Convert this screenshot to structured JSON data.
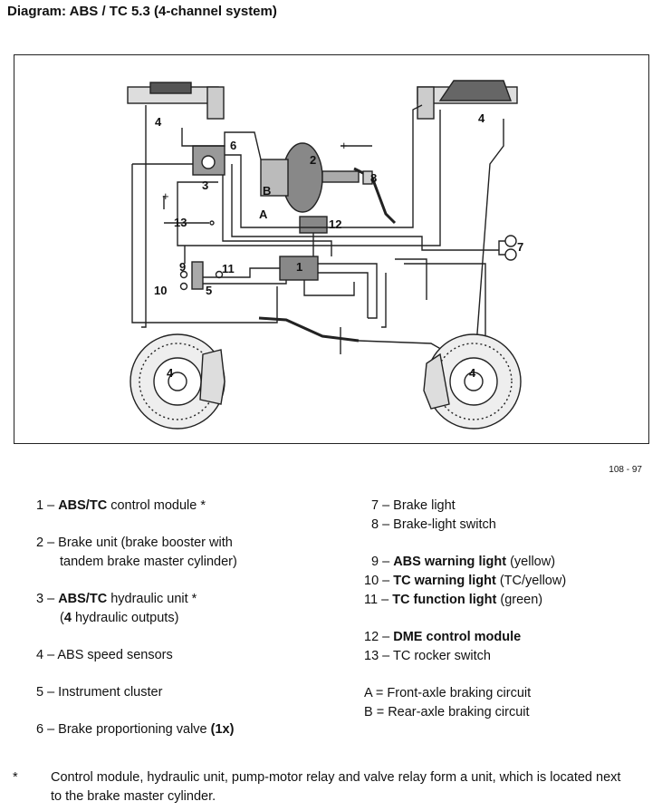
{
  "title": "Diagram: ABS / TC 5.3 (4-channel system)",
  "figure_code": "108 - 97",
  "diagram_labels": {
    "l1": "1",
    "l2": "2",
    "l3": "3",
    "l4a": "4",
    "l4b": "4",
    "l4c": "4",
    "l4d": "4",
    "l5": "5",
    "l6": "6",
    "l7": "7",
    "l8": "8",
    "l9": "9",
    "l10": "10",
    "l11": "11",
    "l12": "12",
    "l13": "13",
    "lA": "A",
    "lB": "B",
    "plus1": "+",
    "plus2": "+"
  },
  "legend_left": {
    "i1": {
      "pre": "1 – ",
      "bold": "ABS/TC",
      "post": " control module *"
    },
    "i2a": "2 – Brake unit (brake booster with",
    "i2b": "tandem brake master cylinder)",
    "i3a": {
      "pre": "3 – ",
      "bold": "ABS/TC",
      "post": " hydraulic unit *"
    },
    "i3b": {
      "pre": "(",
      "bold": "4",
      "post": " hydraulic outputs)"
    },
    "i4": "4 – ABS speed sensors",
    "i5": "5 – Instrument cluster",
    "i6": {
      "pre": "6 – Brake proportioning valve ",
      "bold": "(1x)"
    }
  },
  "legend_right": {
    "i7": "7 – Brake light",
    "i8": "8 – Brake-light switch",
    "i9": {
      "pre": "9 – ",
      "bold": "ABS warning light",
      "post": " (yellow)"
    },
    "i10": {
      "pre": "10 – ",
      "bold": "TC warning light",
      "post": " (TC/yellow)"
    },
    "i11": {
      "pre": "11 – ",
      "bold": "TC function light",
      "post": " (green)"
    },
    "i12": {
      "pre": "12 – ",
      "bold": "DME control module"
    },
    "i13": "13 – TC rocker switch",
    "iA": "A = Front-axle braking circuit",
    "iB": "B = Rear-axle braking circuit"
  },
  "footnote": {
    "star": "*",
    "line1": "Control module, hydraulic unit, pump-motor relay and valve relay form a unit, which is located next",
    "line2": "to the brake master cylinder."
  }
}
